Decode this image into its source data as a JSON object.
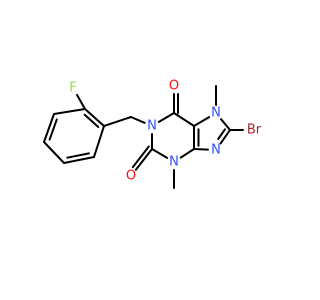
{
  "molecule": {
    "colors": {
      "bond": "#000000",
      "O": "#ff0d0d",
      "N": "#3050f8",
      "Br": "#a62929",
      "F": "#90e050",
      "background": "#ffffff"
    },
    "atoms": [
      {
        "id": "c2",
        "element": "C",
        "label": ""
      },
      {
        "id": "n1",
        "element": "N",
        "label": "N"
      },
      {
        "id": "c6",
        "element": "C",
        "label": ""
      },
      {
        "id": "c5",
        "element": "C",
        "label": ""
      },
      {
        "id": "c4",
        "element": "C",
        "label": ""
      },
      {
        "id": "n3",
        "element": "N",
        "label": "N"
      },
      {
        "id": "o2",
        "element": "O",
        "label": "O"
      },
      {
        "id": "o6",
        "element": "O",
        "label": "O"
      },
      {
        "id": "n7",
        "element": "N",
        "label": "N"
      },
      {
        "id": "c8",
        "element": "C",
        "label": ""
      },
      {
        "id": "n9",
        "element": "N",
        "label": "N"
      },
      {
        "id": "br",
        "element": "Br",
        "label": "Br"
      },
      {
        "id": "me7",
        "element": "C",
        "label": ""
      },
      {
        "id": "me3",
        "element": "C",
        "label": ""
      },
      {
        "id": "ch2",
        "element": "C",
        "label": ""
      },
      {
        "id": "b1",
        "element": "C",
        "label": ""
      },
      {
        "id": "b2",
        "element": "C",
        "label": ""
      },
      {
        "id": "b3",
        "element": "C",
        "label": ""
      },
      {
        "id": "b4",
        "element": "C",
        "label": ""
      },
      {
        "id": "b5",
        "element": "C",
        "label": ""
      },
      {
        "id": "b6",
        "element": "C",
        "label": ""
      },
      {
        "id": "f",
        "element": "F",
        "label": "F"
      }
    ],
    "bonds": [
      {
        "a": "c2",
        "b": "n1",
        "order": 1
      },
      {
        "a": "n1",
        "b": "c6",
        "order": 1
      },
      {
        "a": "c6",
        "b": "c5",
        "order": 1
      },
      {
        "a": "c5",
        "b": "c4",
        "order": 2
      },
      {
        "a": "c4",
        "b": "n3",
        "order": 1
      },
      {
        "a": "n3",
        "b": "c2",
        "order": 1
      },
      {
        "a": "c2",
        "b": "o2",
        "order": 2
      },
      {
        "a": "c6",
        "b": "o6",
        "order": 2
      },
      {
        "a": "c5",
        "b": "n7",
        "order": 1
      },
      {
        "a": "n7",
        "b": "c8",
        "order": 1
      },
      {
        "a": "c8",
        "b": "n9",
        "order": 2
      },
      {
        "a": "n9",
        "b": "c4",
        "order": 1
      },
      {
        "a": "c8",
        "b": "br",
        "order": 1
      },
      {
        "a": "n7",
        "b": "me7",
        "order": 1
      },
      {
        "a": "n3",
        "b": "me3",
        "order": 1
      },
      {
        "a": "n1",
        "b": "ch2",
        "order": 1
      },
      {
        "a": "ch2",
        "b": "b1",
        "order": 1
      },
      {
        "a": "b1",
        "b": "b2",
        "order": 2
      },
      {
        "a": "b2",
        "b": "b3",
        "order": 1
      },
      {
        "a": "b3",
        "b": "b4",
        "order": 2
      },
      {
        "a": "b4",
        "b": "b5",
        "order": 1
      },
      {
        "a": "b5",
        "b": "b6",
        "order": 2
      },
      {
        "a": "b6",
        "b": "b1",
        "order": 1
      },
      {
        "a": "b2",
        "b": "f",
        "order": 1
      }
    ]
  }
}
